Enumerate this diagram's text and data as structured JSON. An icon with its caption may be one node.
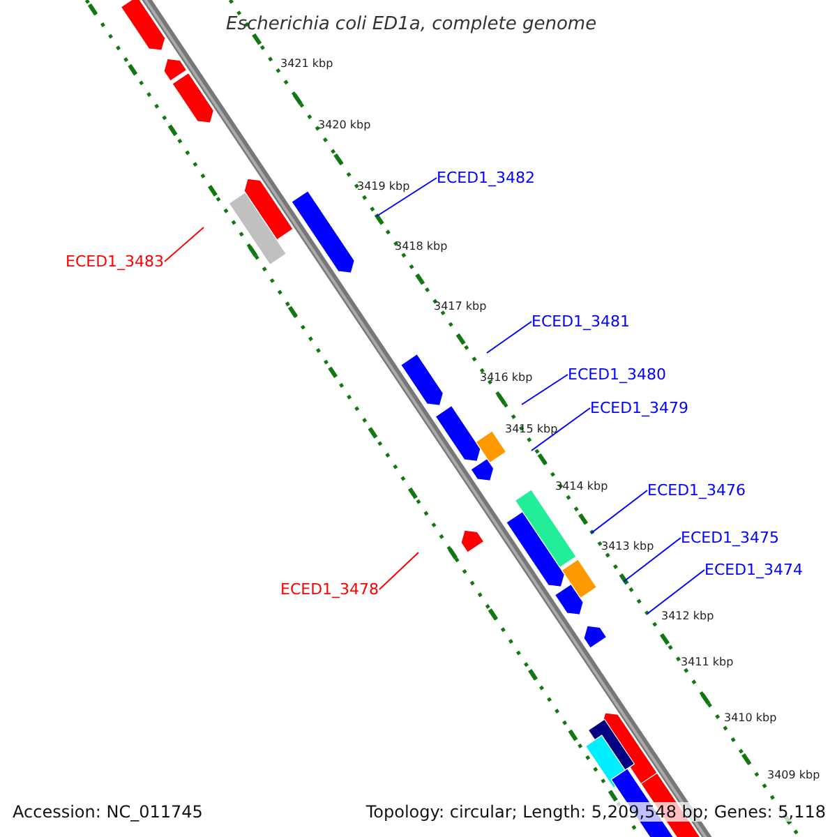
{
  "diagram": {
    "title": "Escherichia coli ED1a, complete genome",
    "nodes": [
      {
        "text": [
          "ECED1_3482"
        ]
      },
      {
        "text": [
          "ECED1_3483"
        ]
      },
      {
        "text": [
          "ECED1_3481"
        ]
      },
      {
        "text": [
          "ECED1_3480"
        ]
      },
      {
        "text": [
          "ECED1_3479"
        ]
      },
      {
        "text": [
          "ECED1_3476"
        ]
      },
      {
        "text": [
          "ECED1_3475"
        ]
      },
      {
        "text": [
          "ECED1_3474"
        ]
      },
      {
        "text": [
          "ECED1_3478"
        ]
      }
    ],
    "edges": [
      {
        "from": 0,
        "to": null,
        "arrow": "none"
      },
      {
        "from": 1,
        "to": null,
        "arrow": "none",
        "color": "#ff0000"
      },
      {
        "from": 2,
        "to": null,
        "arrow": "none"
      },
      {
        "from": 3,
        "to": null,
        "arrow": "none"
      },
      {
        "from": 4,
        "to": null,
        "arrow": "none"
      },
      {
        "from": 5,
        "to": null,
        "arrow": "none"
      },
      {
        "from": 6,
        "to": null,
        "arrow": "none"
      },
      {
        "from": 7,
        "to": null,
        "arrow": "none"
      },
      {
        "from": 8,
        "to": null,
        "arrow": "none",
        "color": "#ff0000"
      }
    ],
    "labels": [
      "3421 kbp",
      "3420 kbp",
      "3419 kbp",
      "3418 kbp",
      "3417 kbp",
      "3416 kbp",
      "3415 kbp",
      "3414 kbp",
      "3413 kbp",
      "3412 kbp",
      "3411 kbp",
      "3410 kbp",
      "3409 kbp",
      "Accession: NC_011745",
      "Topology: circular; Length: 5,209,548 bp; Genes: 5,118"
    ]
  }
}
